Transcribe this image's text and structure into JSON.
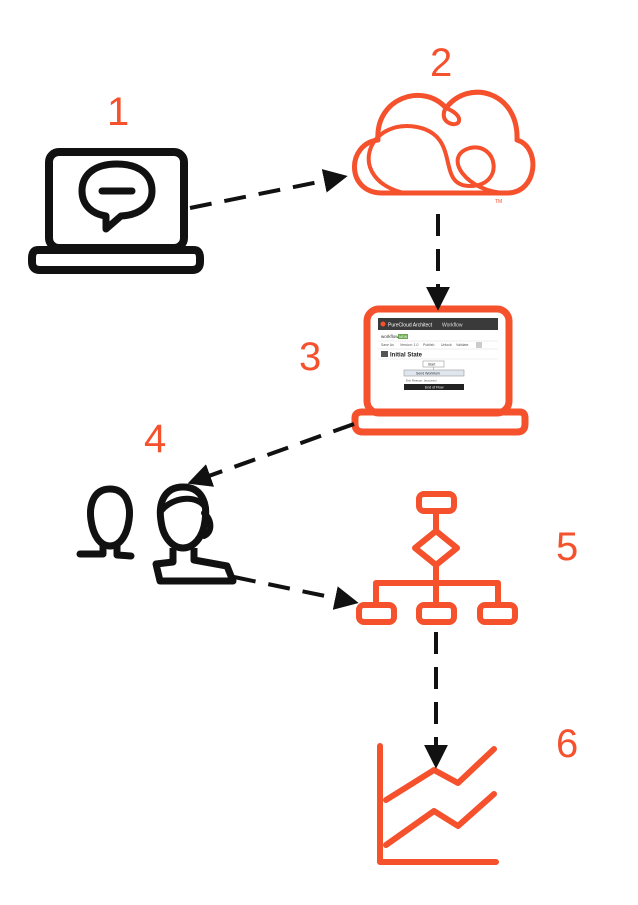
{
  "colors": {
    "accent": "#f4512c",
    "ink": "#111111",
    "arrow": "#111111"
  },
  "steps": [
    {
      "number": "1",
      "icon": "laptop-chat-icon"
    },
    {
      "number": "2",
      "icon": "cloud-icon"
    },
    {
      "number": "3",
      "icon": "laptop-architect-icon"
    },
    {
      "number": "4",
      "icon": "two-users-icon"
    },
    {
      "number": "5",
      "icon": "flowchart-icon"
    },
    {
      "number": "6",
      "icon": "line-chart-icon"
    }
  ],
  "cloud": {
    "trademark": "TM"
  },
  "architect_screen": {
    "header_title": "PureCloud Architect",
    "header_crumb": "Workflow",
    "flow_name": "workflow",
    "flow_badge": "NEW",
    "toolbar": [
      "Save As",
      "Version: 1.0",
      "Publish",
      "Unlock",
      "Validate"
    ],
    "state_title": "Initial State",
    "start_label": "Start",
    "task_label": "Send WorkItem",
    "task_field": "Exit Reason: (success)",
    "end_label": "End of Flow"
  }
}
